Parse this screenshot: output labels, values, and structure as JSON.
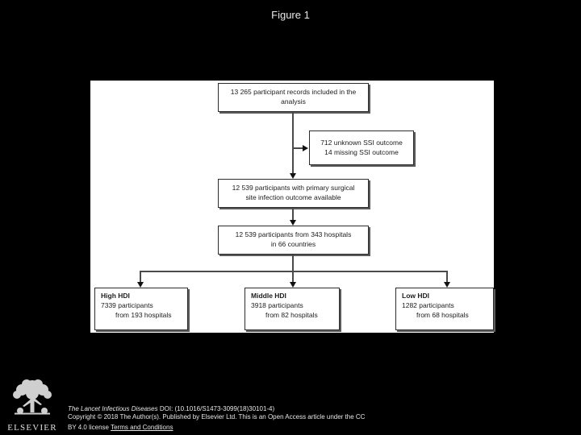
{
  "title": "Figure 1",
  "flowchart": {
    "top_box": {
      "line1": "13 265 participant records included in the",
      "line2": "analysis"
    },
    "exclusion_box": {
      "line1": "712 unknown SSI outcome",
      "line2": "14 missing SSI outcome"
    },
    "primary_outcome_box": {
      "line1": "12 539 participants with primary surgical",
      "line2": "site infection outcome available"
    },
    "hospitals_box": {
      "line1": "12 539 participants from 343 hospitals",
      "line2": "in 66 countries"
    },
    "hdi_boxes": [
      {
        "title": "High HDI",
        "line1": "7339 participants",
        "line2": "from 193 hospitals"
      },
      {
        "title": "Middle HDI",
        "line1": "3918 participants",
        "line2": "from 82 hospitals"
      },
      {
        "title": "Low HDI",
        "line1": "1282 participants",
        "line2": "from 68 hospitals"
      }
    ]
  },
  "footer": {
    "journal": "The Lancet Infectious Diseases",
    "doi": " DOI: (10.1016/S1473-3099(18)30101-4)",
    "copyright_line": "Copyright © 2018 The Author(s). Published by Elsevier Ltd. This is an Open Access article under the CC",
    "license_prefix": "BY 4.0 license ",
    "terms_link": "Terms and Conditions",
    "logo_text": "ELSEVIER"
  },
  "colors": {
    "background": "#000000",
    "panel": "#ffffff",
    "light_text": "#e6e6e6",
    "box_border": "#2b2b2b",
    "connector": "#4a4a4a"
  }
}
